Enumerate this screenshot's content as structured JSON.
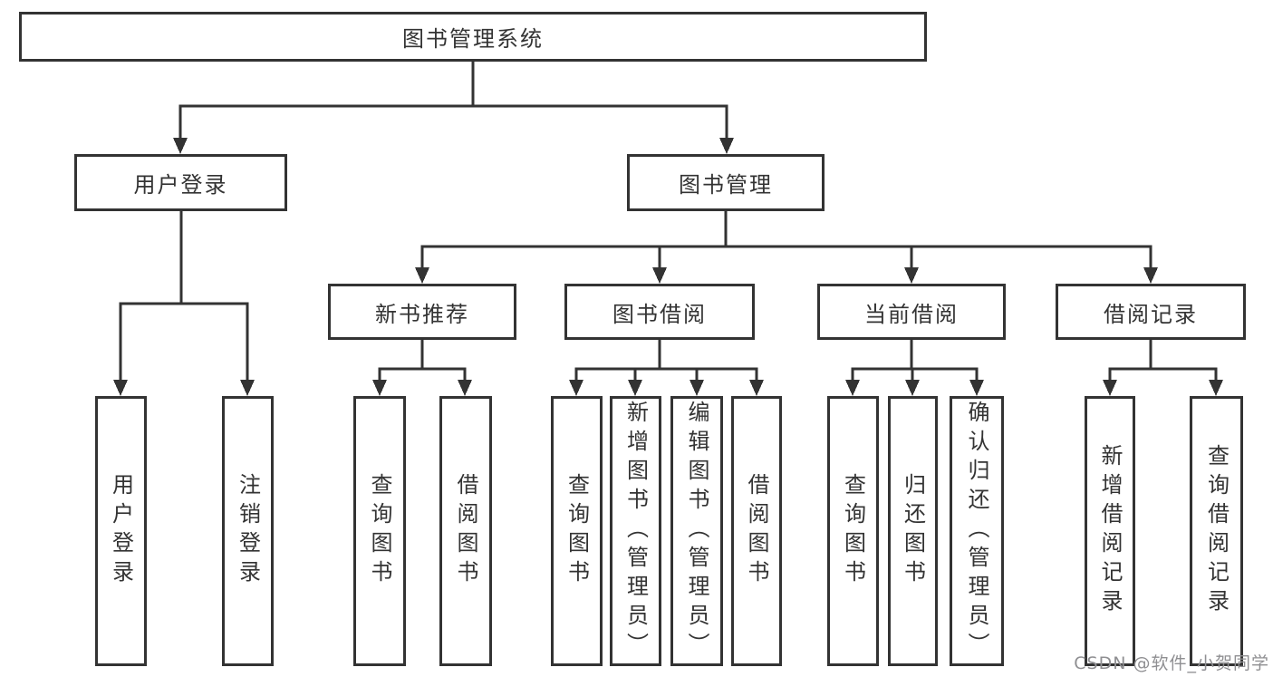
{
  "colors": {
    "line": "#333333",
    "text": "#333333",
    "watermark": "#8f8f92",
    "background": "#ffffff"
  },
  "watermark": {
    "text": "CSDN @软件_小贺同学"
  },
  "diagram": {
    "root": {
      "label": "图书管理系统"
    },
    "branches": [
      {
        "label": "用户登录",
        "leaves": [
          {
            "label": "用户登录"
          },
          {
            "label": "注销登录"
          }
        ]
      },
      {
        "label": "图书管理",
        "children": [
          {
            "label": "新书推荐",
            "leaves": [
              {
                "label": "查询图书"
              },
              {
                "label": "借阅图书"
              }
            ]
          },
          {
            "label": "图书借阅",
            "leaves": [
              {
                "label": "查询图书"
              },
              {
                "label": "新增图书（管理员）"
              },
              {
                "label": "编辑图书（管理员）"
              },
              {
                "label": "借阅图书"
              }
            ]
          },
          {
            "label": "当前借阅",
            "leaves": [
              {
                "label": "查询图书"
              },
              {
                "label": "归还图书"
              },
              {
                "label": "确认归还（管理员）"
              }
            ]
          },
          {
            "label": "借阅记录",
            "leaves": [
              {
                "label": "新增借阅记录"
              },
              {
                "label": "查询借阅记录"
              }
            ]
          }
        ]
      }
    ]
  }
}
